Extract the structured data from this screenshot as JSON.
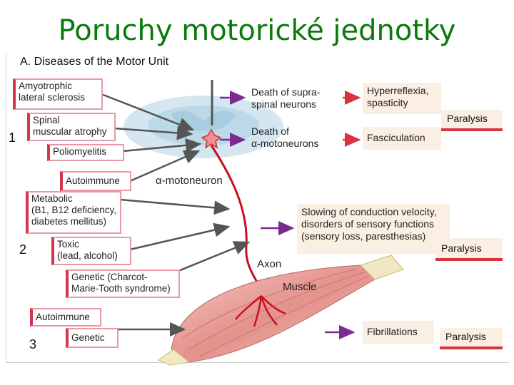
{
  "slide_title": "Poruchy motorické jednotky",
  "figure_heading": "A.  Diseases of the Motor Unit",
  "section_numbers": [
    "1",
    "2",
    "3"
  ],
  "causes": {
    "als": [
      "Amyotrophic",
      "lateral sclerosis"
    ],
    "sma": [
      "Spinal",
      "muscular atrophy"
    ],
    "polio": "Poliomyelitis",
    "autoimmune_neuron": "Autoimmune",
    "metabolic": [
      "Metabolic",
      "(B1, B12 deficiency,",
      "diabetes mellitus)"
    ],
    "toxic": [
      "Toxic",
      "(lead, alcohol)"
    ],
    "genetic_cmt": [
      "Genetic (Charcot-",
      "Marie-Tooth syndrome)"
    ],
    "autoimmune_muscle": "Autoimmune",
    "genetic_muscle": "Genetic"
  },
  "anatomy": {
    "motoneuron": "α-motoneuron",
    "axon": "Axon",
    "muscle": "Muscle"
  },
  "mechanisms": {
    "supraspinal": [
      "Death of supra-",
      "spinal neurons"
    ],
    "motoneurons": [
      "Death of",
      "α-motoneurons"
    ],
    "conduction": [
      "Slowing of conduction velocity,",
      "disorders of sensory functions",
      "(sensory loss, paresthesias)"
    ]
  },
  "symptoms": {
    "hyperreflexia": [
      "Hyperreflexia,",
      "spasticity"
    ],
    "fasciculation": "Fasciculation",
    "fibrillations": "Fibrillations"
  },
  "outcomes": [
    "Paralysis",
    "Paralysis",
    "Paralysis"
  ]
}
